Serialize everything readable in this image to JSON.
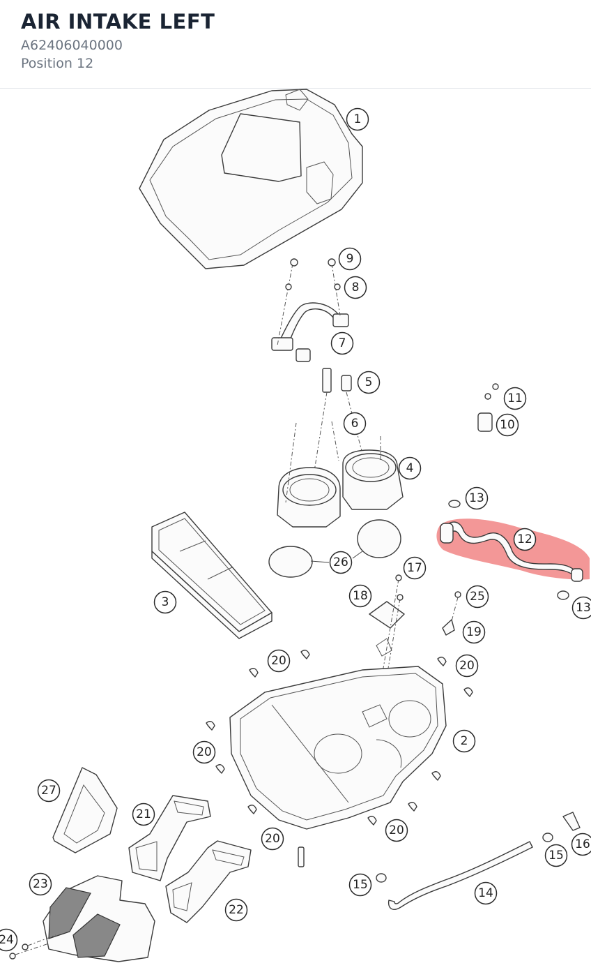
{
  "header": {
    "title": "AIR INTAKE LEFT",
    "part_number": "A62406040000",
    "position": "Position 12"
  },
  "diagram": {
    "highlight_color": "#ee6b6b",
    "highlighted_callout": "12",
    "callouts": [
      {
        "id": "c1",
        "label": "1"
      },
      {
        "id": "c9",
        "label": "9"
      },
      {
        "id": "c8",
        "label": "8"
      },
      {
        "id": "c7",
        "label": "7"
      },
      {
        "id": "c5",
        "label": "5"
      },
      {
        "id": "c6",
        "label": "6"
      },
      {
        "id": "c11",
        "label": "11"
      },
      {
        "id": "c10",
        "label": "10"
      },
      {
        "id": "c4",
        "label": "4"
      },
      {
        "id": "c13a",
        "label": "13"
      },
      {
        "id": "c12",
        "label": "12"
      },
      {
        "id": "c26",
        "label": "26"
      },
      {
        "id": "c17",
        "label": "17"
      },
      {
        "id": "c18",
        "label": "18"
      },
      {
        "id": "c25",
        "label": "25"
      },
      {
        "id": "c13b",
        "label": "13"
      },
      {
        "id": "c3",
        "label": "3"
      },
      {
        "id": "c19",
        "label": "19"
      },
      {
        "id": "c20a",
        "label": "20"
      },
      {
        "id": "c20b",
        "label": "20"
      },
      {
        "id": "c2",
        "label": "2"
      },
      {
        "id": "c20c",
        "label": "20"
      },
      {
        "id": "c27",
        "label": "27"
      },
      {
        "id": "c21",
        "label": "21"
      },
      {
        "id": "c20d",
        "label": "20"
      },
      {
        "id": "c20e",
        "label": "20"
      },
      {
        "id": "c16",
        "label": "16"
      },
      {
        "id": "c15a",
        "label": "15"
      },
      {
        "id": "c23",
        "label": "23"
      },
      {
        "id": "c15b",
        "label": "15"
      },
      {
        "id": "c14",
        "label": "14"
      },
      {
        "id": "c22",
        "label": "22"
      },
      {
        "id": "c24",
        "label": "24"
      }
    ]
  }
}
